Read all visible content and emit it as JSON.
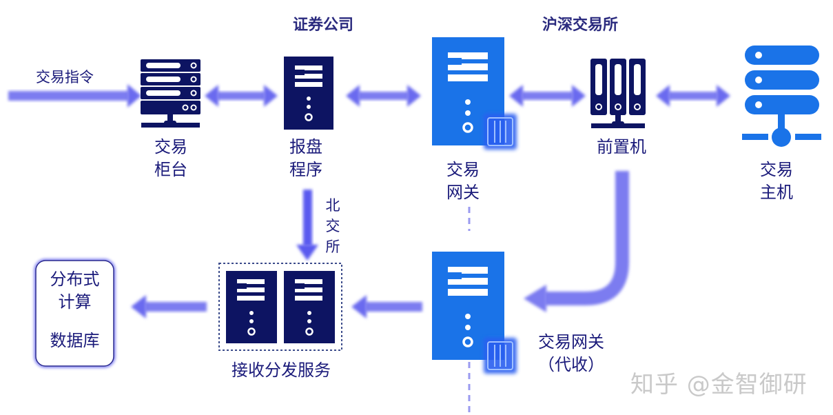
{
  "sections": {
    "broker": "证券公司",
    "exchange": "沪深交易所"
  },
  "labels": {
    "instruction": "交易指令",
    "counter": [
      "交易",
      "柜台"
    ],
    "report": [
      "报盘",
      "程序"
    ],
    "gateway": [
      "交易",
      "网关"
    ],
    "frontend": "前置机",
    "host": [
      "交易",
      "主机"
    ],
    "bse": [
      "北",
      "交",
      "所"
    ],
    "gateway2": [
      "交易网关",
      "（代收）"
    ],
    "dispatch": "接收分发服务",
    "distributed": [
      "分布式",
      "计算"
    ],
    "database": "数据库"
  },
  "watermark": "知乎 @金智御研",
  "colors": {
    "navy": "#0d1462",
    "blue": "#1a73e8",
    "arrow": "#7b7bf0",
    "text": "#1a1a7a"
  }
}
